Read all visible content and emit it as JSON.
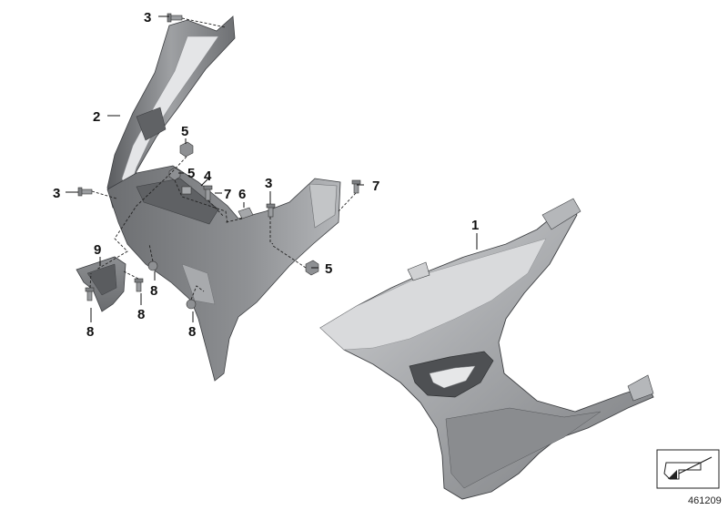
{
  "callouts": {
    "c1": "1",
    "c2": "2",
    "c3_top": "3",
    "c3_left": "3",
    "c3_mid": "3",
    "c4": "4",
    "c5_a": "5",
    "c5_b": "5",
    "c5_c": "5",
    "c6": "6",
    "c7_a": "7",
    "c7_b": "7",
    "c8_a": "8",
    "c8_b": "8",
    "c8_c": "8",
    "c8_d": "8",
    "c9": "9"
  },
  "document_number": "461209",
  "colors": {
    "panel_light": "#c9cacc",
    "panel_mid": "#9c9ea1",
    "panel_dark": "#6f7174",
    "panel_shadow": "#55575a",
    "line": "#111111"
  }
}
